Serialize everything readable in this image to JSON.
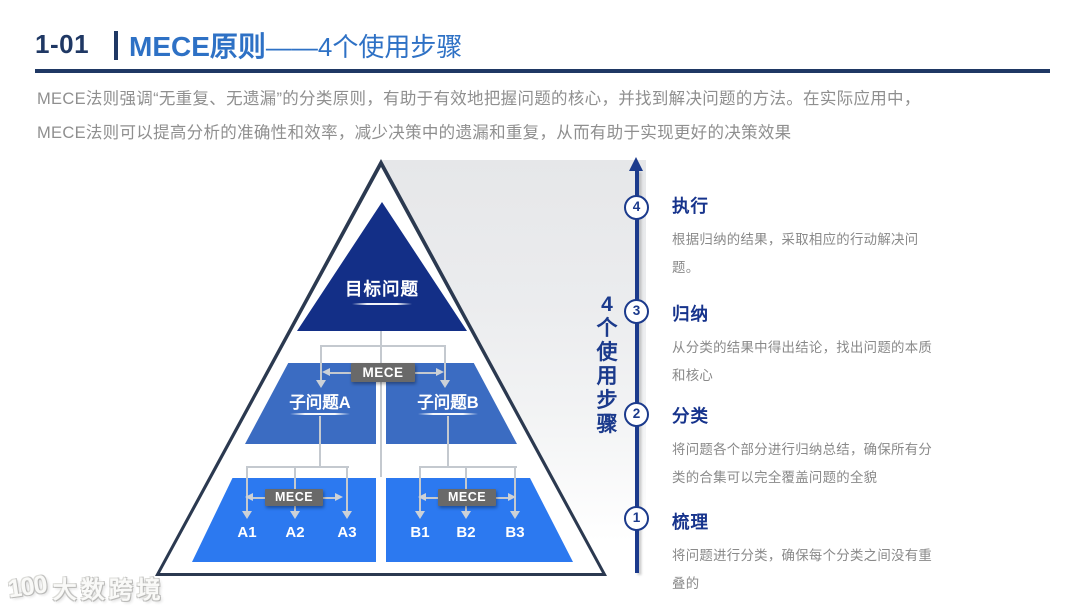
{
  "header": {
    "code": "1-01",
    "title_main": "MECE原则",
    "title_sub": "——4个使用步骤"
  },
  "intro": {
    "line1": "MECE法则强调“无重复、无遗漏”的分类原则，有助于有效地把握问题的核心，并找到解决问题的方法。在实际应用中，",
    "line2": "MECE法则可以提高分析的准确性和效率，减少决策中的遗漏和重复，从而有助于实现更好的决策效果"
  },
  "pyramid": {
    "top_label": "目标问题",
    "mece_label": "MECE",
    "mid_left": "子问题A",
    "mid_right": "子问题B",
    "bottom_left_items": [
      "A1",
      "A2",
      "A3"
    ],
    "bottom_right_items": [
      "B1",
      "B2",
      "B3"
    ]
  },
  "axis": {
    "vertical_label": "4个使用步骤",
    "chars": [
      "4",
      "个",
      "使",
      "用",
      "步",
      "骤"
    ]
  },
  "steps": [
    {
      "num": "4",
      "title": "执行",
      "desc": "根据归纳的结果，采取相应的行动解决问题。"
    },
    {
      "num": "3",
      "title": "归纳",
      "desc": "从分类的结果中得出结论，找出问题的本质和核心"
    },
    {
      "num": "2",
      "title": "分类",
      "desc": "将问题各个部分进行归纳总结，确保所有分类的合集可以完全覆盖问题的全貌"
    },
    {
      "num": "1",
      "title": "梳理",
      "desc": "将问题进行分类，确保每个分类之间没有重叠的"
    }
  ],
  "watermark": {
    "logo": "100",
    "text": "大数跨境"
  },
  "colors": {
    "header_navy": "#1f3864",
    "title_blue": "#2e71c5",
    "step_navy": "#16338c",
    "axis_navy": "#1b3a8c",
    "pyramid_top": "#132f87",
    "pyramid_mid": "#3b6cc2",
    "pyramid_bottom": "#2c79f0",
    "mece_box_gray": "#696969",
    "intro_gray": "#8f8f8f"
  }
}
